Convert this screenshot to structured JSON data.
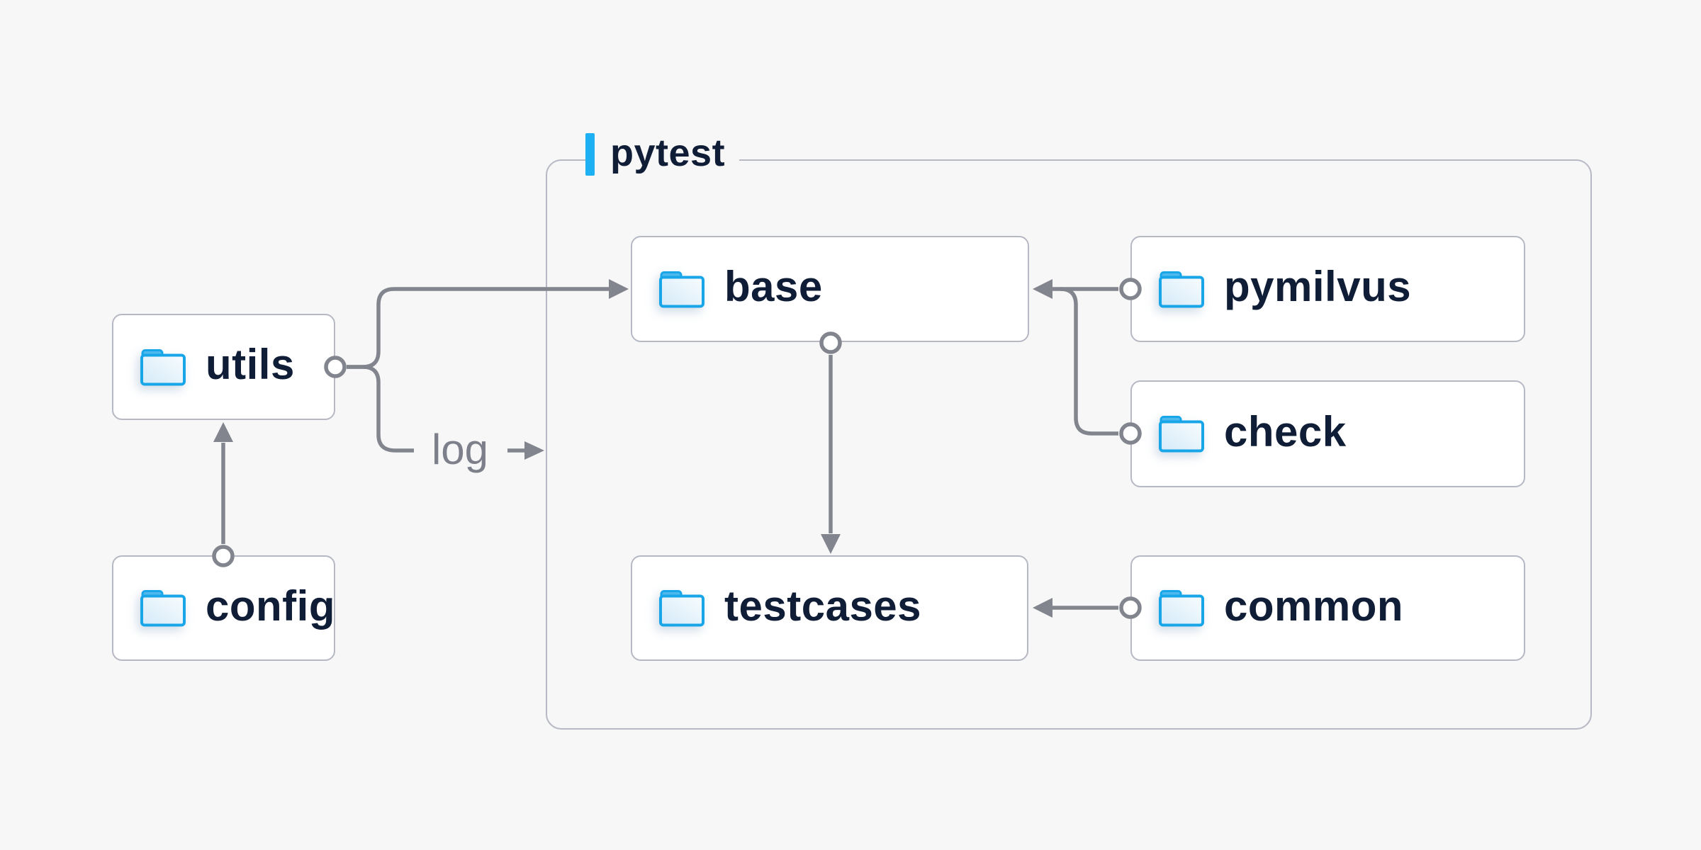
{
  "diagram": {
    "type": "folder-structure-diagram",
    "container_label": "pytest",
    "edge_label": "log",
    "nodes": {
      "utils": {
        "label": "utils",
        "icon": "folder-icon",
        "group": null
      },
      "config": {
        "label": "config",
        "icon": "folder-icon",
        "group": null
      },
      "base": {
        "label": "base",
        "icon": "folder-icon",
        "group": "pytest"
      },
      "pymilvus": {
        "label": "pymilvus",
        "icon": "folder-icon",
        "group": "pytest"
      },
      "check": {
        "label": "check",
        "icon": "folder-icon",
        "group": "pytest"
      },
      "testcases": {
        "label": "testcases",
        "icon": "folder-icon",
        "group": "pytest"
      },
      "common": {
        "label": "common",
        "icon": "folder-icon",
        "group": "pytest"
      }
    },
    "edges": [
      {
        "from": "config",
        "to": "utils",
        "style": "arrow"
      },
      {
        "from": "utils",
        "to": "base",
        "style": "arrow"
      },
      {
        "from": "utils",
        "to": "log",
        "style": "arrow",
        "label": "log"
      },
      {
        "from": "base",
        "to": "testcases",
        "style": "arrow"
      },
      {
        "from": "pymilvus",
        "to": "base",
        "style": "arrow"
      },
      {
        "from": "check",
        "to": "base",
        "style": "arrow"
      },
      {
        "from": "common",
        "to": "testcases",
        "style": "arrow"
      }
    ],
    "colors": {
      "background": "#f7f7f8",
      "node_background": "#ffffff",
      "node_border": "#b6b8c3",
      "container_border": "#b6b8c3",
      "connector": "#82858e",
      "node_text": "#101d36",
      "edge_label_text": "#7d808a",
      "accent_bar": "#1db1f3",
      "folder_stroke": "#18a6e9",
      "folder_tab_fill": "#4eb9ed",
      "folder_body_fill_light": "#f8fcfe",
      "folder_body_fill_dark": "#d4eaf8"
    }
  }
}
